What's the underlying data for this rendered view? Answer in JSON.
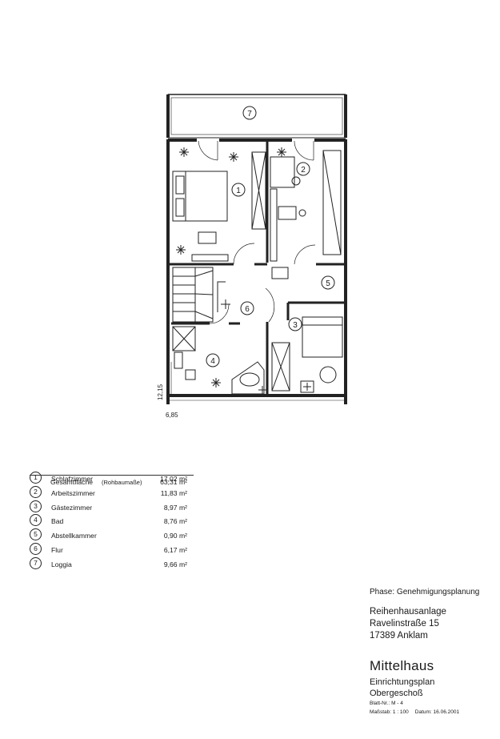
{
  "plan": {
    "room_markers": [
      "1",
      "2",
      "3",
      "4",
      "5",
      "6",
      "7"
    ],
    "dimension_height": "12,15",
    "dimension_width": "6,85"
  },
  "legend": {
    "rooms": [
      {
        "num": "1",
        "name": "Schlafzimmer",
        "area": "17,02 m²"
      },
      {
        "num": "2",
        "name": "Arbeitszimmer",
        "area": "11,83 m²"
      },
      {
        "num": "3",
        "name": "Gästezimmer",
        "area": "8,97 m²"
      },
      {
        "num": "4",
        "name": "Bad",
        "area": "8,76 m²"
      },
      {
        "num": "5",
        "name": "Abstellkammer",
        "area": "0,90 m²"
      },
      {
        "num": "6",
        "name": "Flur",
        "area": "6,17 m²"
      },
      {
        "num": "7",
        "name": "Loggia",
        "area": "9,66 m²"
      }
    ],
    "total": {
      "label": "Gesamtfläche",
      "note": "(Rohbaumaße)",
      "area": "63,31 m²"
    }
  },
  "title_block": {
    "phase": "Phase: Genehmigungsplanung",
    "project_lines": [
      "Reihenhausanlage",
      "Ravelinstraße 15",
      "17389 Anklam"
    ],
    "house": "Mittelhaus",
    "plan_lines": [
      "Einrichtungsplan",
      "Obergeschoß"
    ],
    "sheet": "Blatt-Nr.: M - 4",
    "scale": "Maßstab: 1 : 100",
    "date": "Datum: 16.06.2001"
  }
}
